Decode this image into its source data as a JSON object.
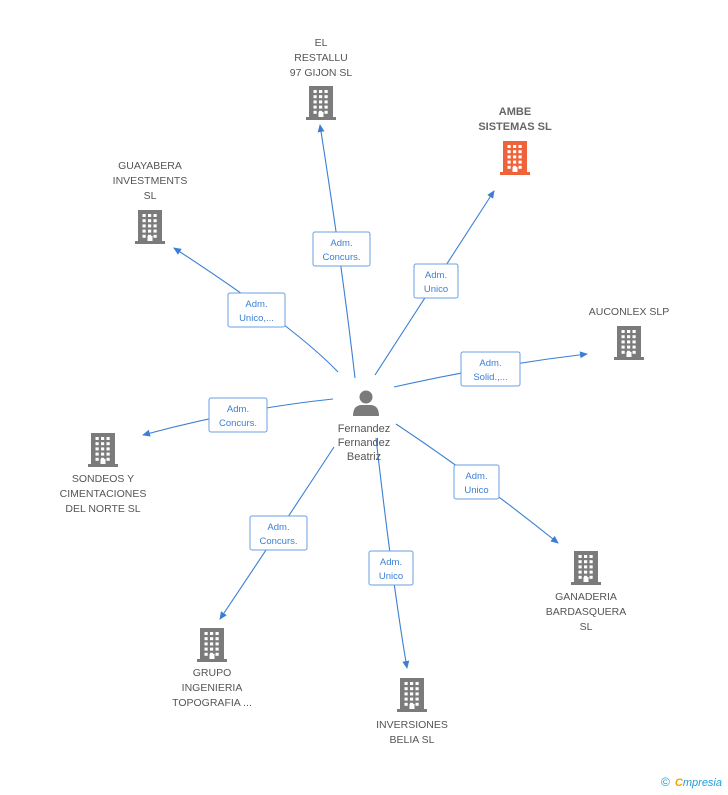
{
  "center": {
    "name_lines": [
      "Fernandez",
      "Fernandez",
      "Beatriz"
    ],
    "icon": "person-icon"
  },
  "companies": [
    {
      "id": "el-restallu",
      "name_lines": [
        "EL",
        "RESTALLU",
        "97 GIJON SL"
      ],
      "color": "#7b7b7b",
      "highlight": false,
      "role_lines": [
        "Adm.",
        "Concurs."
      ]
    },
    {
      "id": "ambe",
      "name_lines": [
        "AMBE",
        "SISTEMAS SL"
      ],
      "color": "#f0623a",
      "highlight": true,
      "role_lines": [
        "Adm.",
        "Unico"
      ]
    },
    {
      "id": "guayabera",
      "name_lines": [
        "GUAYABERA",
        "INVESTMENTS",
        "SL"
      ],
      "color": "#7b7b7b",
      "highlight": false,
      "role_lines": [
        "Adm.",
        "Unico,..."
      ]
    },
    {
      "id": "auconlex",
      "name_lines": [
        "AUCONLEX SLP"
      ],
      "color": "#7b7b7b",
      "highlight": false,
      "role_lines": [
        "Adm.",
        "Solid.,..."
      ]
    },
    {
      "id": "sondeos",
      "name_lines": [
        "SONDEOS Y",
        "CIMENTACIONES",
        "DEL NORTE SL"
      ],
      "color": "#7b7b7b",
      "highlight": false,
      "role_lines": [
        "Adm.",
        "Concurs."
      ]
    },
    {
      "id": "ganaderia",
      "name_lines": [
        "GANADERIA",
        "BARDASQUERA",
        "SL"
      ],
      "color": "#7b7b7b",
      "highlight": false,
      "role_lines": [
        "Adm.",
        "Unico"
      ]
    },
    {
      "id": "grupo",
      "name_lines": [
        "GRUPO",
        "INGENIERIA",
        "TOPOGRAFIA ..."
      ],
      "color": "#7b7b7b",
      "highlight": false,
      "role_lines": [
        "Adm.",
        "Concurs."
      ]
    },
    {
      "id": "inversiones",
      "name_lines": [
        "INVERSIONES",
        "BELIA  SL"
      ],
      "color": "#7b7b7b",
      "highlight": false,
      "role_lines": [
        "Adm.",
        "Unico"
      ]
    }
  ],
  "footer": {
    "copyright": "©",
    "brand_first": "C",
    "brand_rest": "mpresia"
  },
  "colors": {
    "edge": "#3b7fd4",
    "building": "#7b7b7b",
    "highlight": "#f0623a",
    "brand": "#1f9bd6"
  }
}
